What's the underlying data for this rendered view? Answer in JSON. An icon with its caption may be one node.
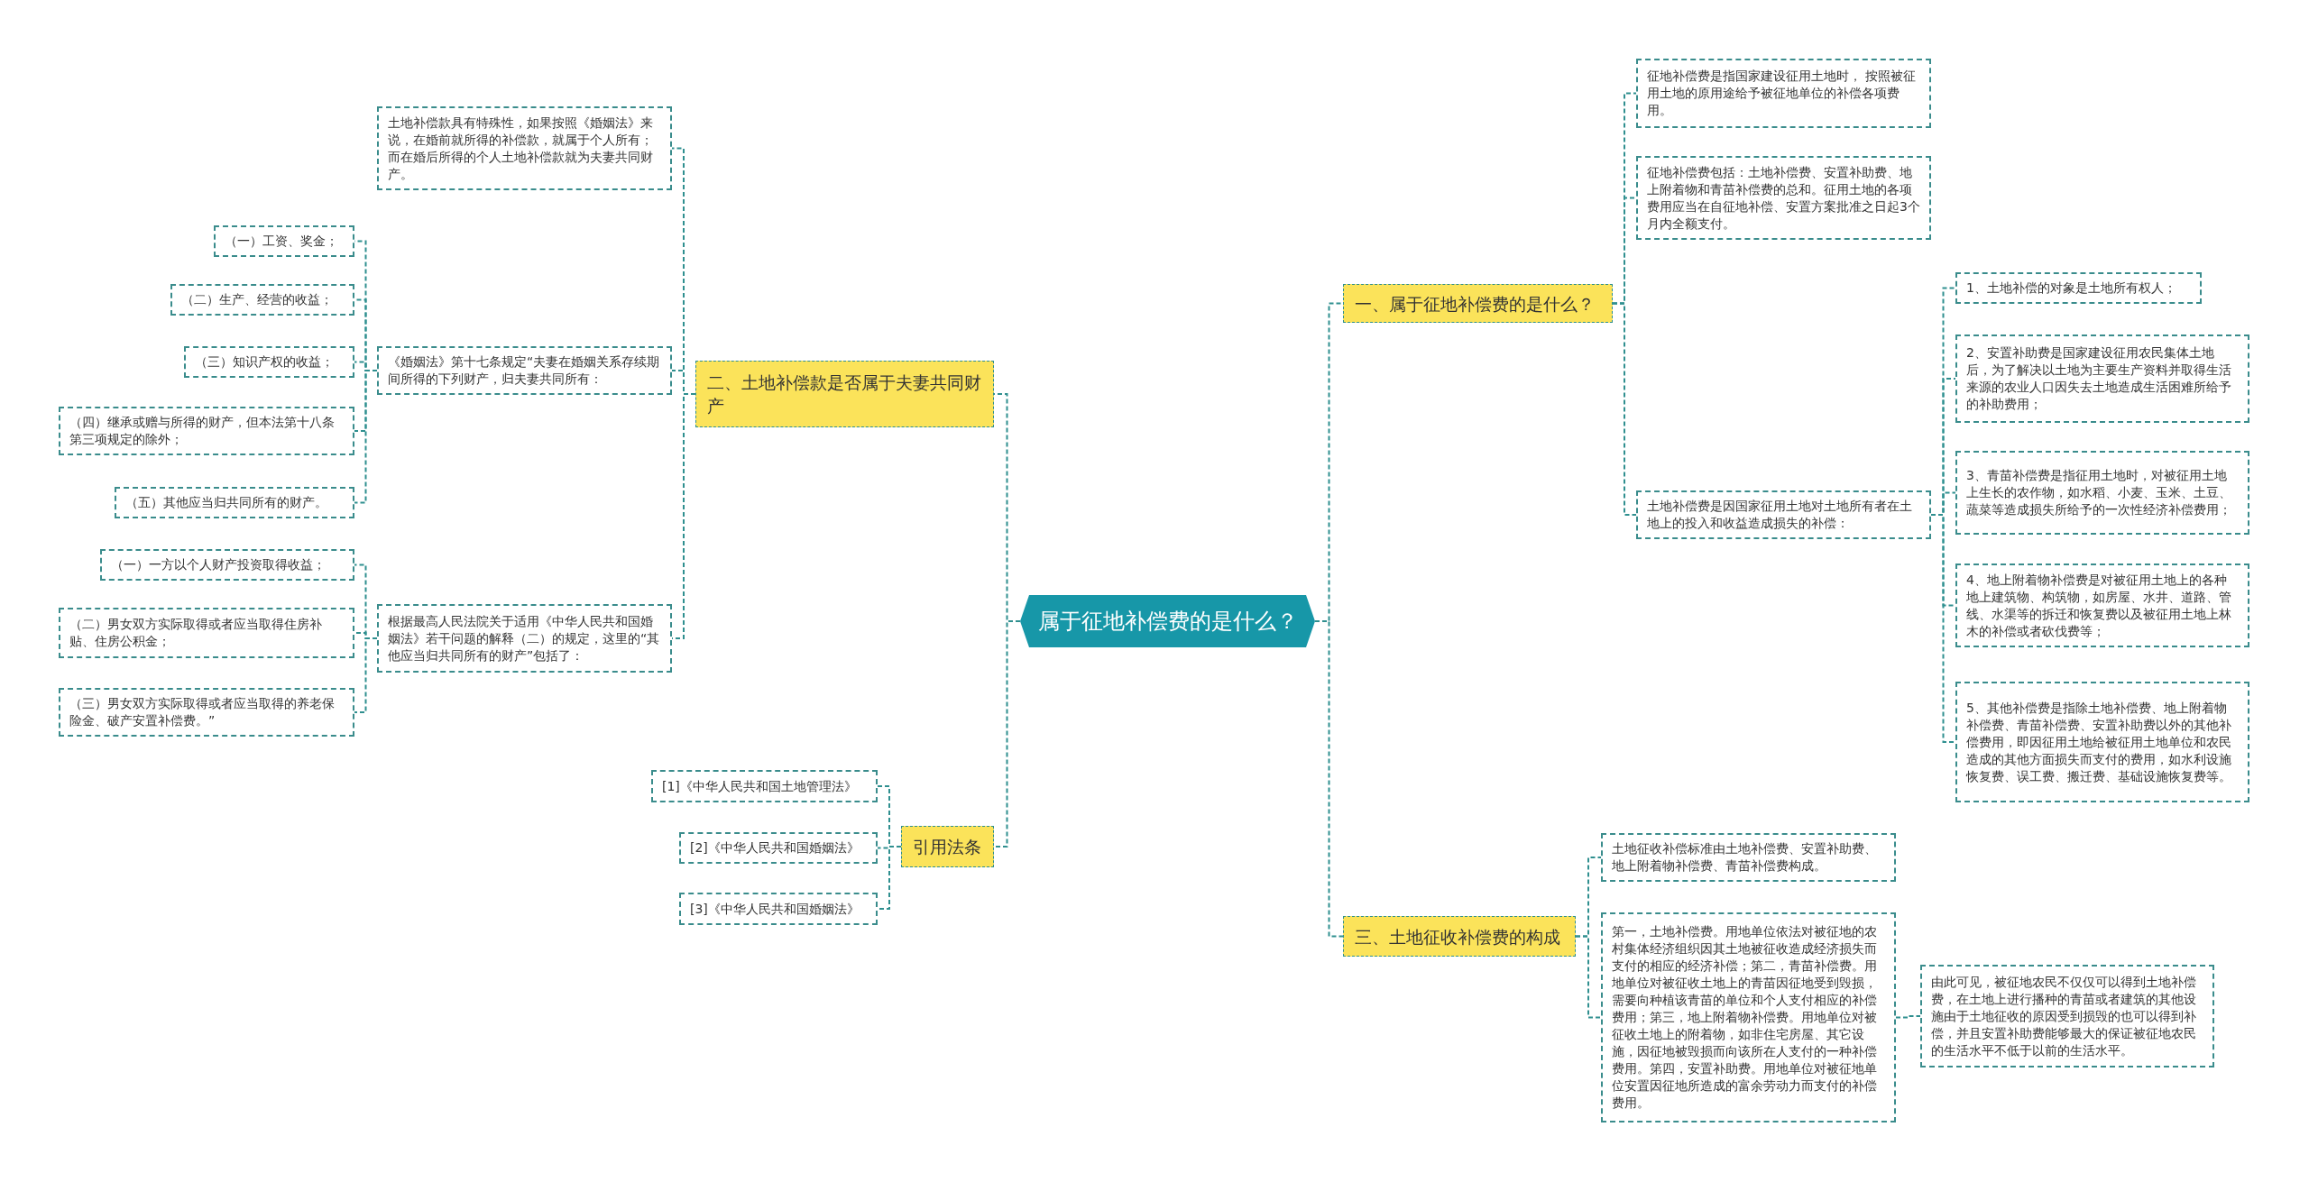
{
  "diagram": {
    "nodes": [
      {
        "text": [
          "属于征地补偿费的是什么？"
        ]
      },
      {
        "text": [
          "一、属于征地补偿费的是什么？"
        ]
      },
      {
        "text": [
          "征地补偿费是指国家建设征用土地时， 按照被征用土地的原用途给予被征地单位的补偿各项费用。"
        ]
      },
      {
        "text": [
          "征地补偿费包括：土地补偿费、安置补助费、地上附着物和青苗补偿费的总和。征用土地的各项费用应当在自征地补偿、安置方案批准之日起3个月内全额支付。"
        ]
      },
      {
        "text": [
          "土地补偿费是因国家征用土地对土地所有者在土地上的投入和收益造成损失的补偿："
        ]
      },
      {
        "text": [
          "1、土地补偿的对象是土地所有权人；"
        ]
      },
      {
        "text": [
          "2、安置补助费是国家建设征用农民集体土地后，为了解决以土地为主要生产资料并取得生活来源的农业人口因失去土地造成生活困难所给予的补助费用；"
        ]
      },
      {
        "text": [
          "3、青苗补偿费是指征用土地时，对被征用土地上生长的农作物，如水稻、小麦、玉米、土豆、蔬菜等造成损失所给予的一次性经济补偿费用；"
        ]
      },
      {
        "text": [
          "4、地上附着物补偿费是对被征用土地上的各种地上建筑物、构筑物，如房屋、水井、道路、管线、水渠等的拆迁和恢复费以及被征用土地上林木的补偿或者砍伐费等；"
        ]
      },
      {
        "text": [
          "5、其他补偿费是指除土地补偿费、地上附着物补偿费、青苗补偿费、安置补助费以外的其他补偿费用，即因征用土地给被征用土地单位和农民造成的其他方面损失而支付的费用，如水利设施恢复费、误工费、搬迁费、基础设施恢复费等。"
        ]
      },
      {
        "text": [
          "三、土地征收补偿费的构成"
        ]
      },
      {
        "text": [
          "土地征收补偿标准由土地补偿费、安置补助费、地上附着物补偿费、青苗补偿费构成。"
        ]
      },
      {
        "text": [
          "第一，土地补偿费。用地单位依法对被征地的农村集体经济组织因其土地被征收造成经济损失而支付的相应的经济补偿；第二，青苗补偿费。用地单位对被征收土地上的青苗因征地受到毁损，需要向种植该青苗的单位和个人支付相应的补偿费用；第三，地上附着物补偿费。用地单位对被征收土地上的附着物，如非住宅房屋、其它设施，因征地被毁损而向该所在人支付的一种补偿费用。第四，安置补助费。用地单位对被征地单位安置因征地所造成的富余劳动力而支付的补偿费用。"
        ]
      },
      {
        "text": [
          "由此可见，被征地农民不仅仅可以得到土地补偿费，在土地上进行播种的青苗或者建筑的其他设施由于土地征收的原因受到损毁的也可以得到补偿，并且安置补助费能够最大的保证被征地农民的生活水平不低于以前的生活水平。"
        ]
      },
      {
        "text": [
          "二、土地补偿款是否属于夫妻共同财产"
        ]
      },
      {
        "text": [
          "土地补偿款具有特殊性，如果按照《婚姻法》来说，在婚前就所得的补偿款，就属于个人所有；而在婚后所得的个人土地补偿款就为夫妻共同财产。"
        ]
      },
      {
        "text": [
          "《婚姻法》第十七条规定“夫妻在婚姻关系存续期间所得的下列财产，归夫妻共同所有："
        ]
      },
      {
        "text": [
          "（一）工资、奖金；"
        ]
      },
      {
        "text": [
          "（二）生产、经营的收益；"
        ]
      },
      {
        "text": [
          "（三）知识产权的收益；"
        ]
      },
      {
        "text": [
          "（四）继承或赠与所得的财产，但本法第十八条第三项规定的除外；"
        ]
      },
      {
        "text": [
          "（五）其他应当归共同所有的财产。"
        ]
      },
      {
        "text": [
          "根据最高人民法院关于适用《中华人民共和国婚姻法》若干问题的解释（二）的规定，这里的“其他应当归共同所有的财产”包括了："
        ]
      },
      {
        "text": [
          "（一）一方以个人财产投资取得收益；"
        ]
      },
      {
        "text": [
          "（二）男女双方实际取得或者应当取得住房补贴、住房公积金；"
        ]
      },
      {
        "text": [
          "（三）男女双方实际取得或者应当取得的养老保险金、破产安置补偿费。”"
        ]
      },
      {
        "text": [
          "引用法条"
        ]
      },
      {
        "text": [
          "[1]《中华人民共和国土地管理法》"
        ]
      },
      {
        "text": [
          "[2]《中华人民共和国婚姻法》"
        ]
      },
      {
        "text": [
          "[3]《中华人民共和国婚姻法》"
        ]
      }
    ],
    "edges": [
      {
        "from": 0,
        "to": 1,
        "arrow": "none"
      },
      {
        "from": 1,
        "to": 2,
        "arrow": "none"
      },
      {
        "from": 1,
        "to": 3,
        "arrow": "none"
      },
      {
        "from": 1,
        "to": 4,
        "arrow": "none"
      },
      {
        "from": 4,
        "to": 5,
        "arrow": "none"
      },
      {
        "from": 4,
        "to": 6,
        "arrow": "none"
      },
      {
        "from": 4,
        "to": 7,
        "arrow": "none"
      },
      {
        "from": 4,
        "to": 8,
        "arrow": "none"
      },
      {
        "from": 4,
        "to": 9,
        "arrow": "none"
      },
      {
        "from": 0,
        "to": 10,
        "arrow": "none"
      },
      {
        "from": 10,
        "to": 11,
        "arrow": "none"
      },
      {
        "from": 10,
        "to": 12,
        "arrow": "none"
      },
      {
        "from": 12,
        "to": 13,
        "arrow": "none"
      },
      {
        "from": 0,
        "to": 14,
        "arrow": "none"
      },
      {
        "from": 14,
        "to": 15,
        "arrow": "none"
      },
      {
        "from": 14,
        "to": 16,
        "arrow": "none"
      },
      {
        "from": 14,
        "to": 22,
        "arrow": "none"
      },
      {
        "from": 16,
        "to": 17,
        "arrow": "none"
      },
      {
        "from": 16,
        "to": 18,
        "arrow": "none"
      },
      {
        "from": 16,
        "to": 19,
        "arrow": "none"
      },
      {
        "from": 16,
        "to": 20,
        "arrow": "none"
      },
      {
        "from": 16,
        "to": 21,
        "arrow": "none"
      },
      {
        "from": 22,
        "to": 23,
        "arrow": "none"
      },
      {
        "from": 22,
        "to": 24,
        "arrow": "none"
      },
      {
        "from": 22,
        "to": 25,
        "arrow": "none"
      },
      {
        "from": 0,
        "to": 26,
        "arrow": "none"
      },
      {
        "from": 26,
        "to": 27,
        "arrow": "none"
      },
      {
        "from": 26,
        "to": 28,
        "arrow": "none"
      },
      {
        "from": 26,
        "to": 29,
        "arrow": "none"
      }
    ]
  }
}
